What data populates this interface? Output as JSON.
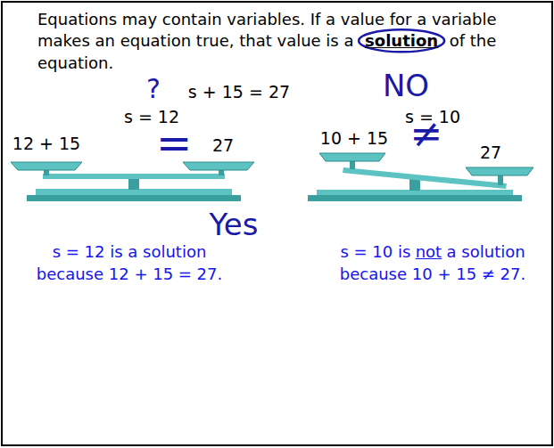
{
  "diagram": {
    "labels": [
      "Equations may contain variables. If a value for a variable makes an equation true, that value is a",
      "solution",
      "of the equation.",
      "s + 15 = 27",
      "?",
      "s = 12",
      "NO",
      "s = 10",
      "12 + 15",
      "=",
      "27",
      "10 + 15",
      "≠",
      "27",
      "Yes",
      "s = 12 is a solution because 12 + 15 = 27.",
      "s = 10 is",
      "not",
      "a solution because 10 + 15 ≠ 27."
    ]
  }
}
